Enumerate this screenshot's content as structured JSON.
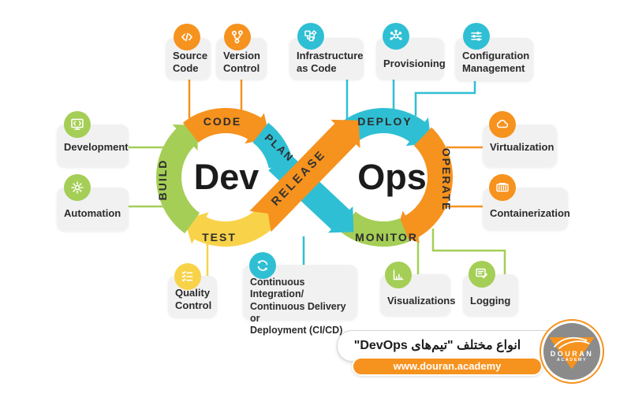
{
  "colors": {
    "orange": "#F6921E",
    "teal": "#2FBFD4",
    "green": "#A5CE56",
    "yellow": "#F8D34A",
    "card_bg": "#F1F1F2",
    "text_dark": "#2B2B2B"
  },
  "loop": {
    "dev": "Dev",
    "ops": "Ops",
    "segments": {
      "build": "BUILD",
      "code": "CODE",
      "plan": "PLAN",
      "test": "TEST",
      "release": "RELEASE",
      "deploy": "DEPLOY",
      "operate": "OPERATE",
      "monitor": "MONITOR"
    }
  },
  "cards": {
    "source_code": {
      "label": "Source\nCode",
      "icon": "code-tag"
    },
    "version_control": {
      "label": "Version\nControl",
      "icon": "git-branch"
    },
    "infrastructure": {
      "label": "Infrastructure\nas Code",
      "icon": "blocks-diagram"
    },
    "provisioning": {
      "label": "Provisioning",
      "icon": "network-hub"
    },
    "config_mgmt": {
      "label": "Configuration\nManagement",
      "icon": "sliders"
    },
    "development": {
      "label": "Development",
      "icon": "monitor-code"
    },
    "automation": {
      "label": "Automation",
      "icon": "gear"
    },
    "virtualization": {
      "label": "Virtualization",
      "icon": "cloud"
    },
    "containerization": {
      "label": "Containerization",
      "icon": "container"
    },
    "quality_control": {
      "label": "Quality\nControl",
      "icon": "checklist"
    },
    "cicd": {
      "label": "Continuous Integration/\nContinuous Delivery or\nDeployment (CI/CD)",
      "icon": "sync-arrows"
    },
    "visualizations": {
      "label": "Visualizations",
      "icon": "bar-chart"
    },
    "logging": {
      "label": "Logging",
      "icon": "note-pencil"
    }
  },
  "footer": {
    "caption": "انواع مختلف \"تیم‌های DevOps\"",
    "url": "www.douran.academy",
    "logo_brand": "DOURAN",
    "logo_sub": "ACADEMY"
  }
}
